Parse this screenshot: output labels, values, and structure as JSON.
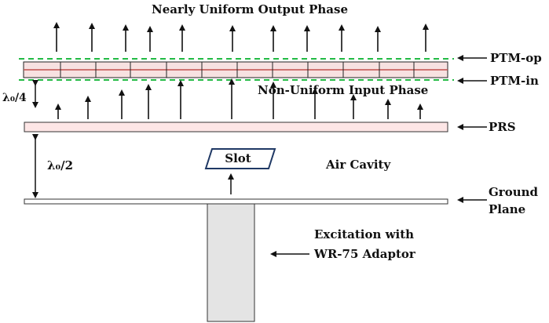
{
  "labels": {
    "output_phase": "Nearly Uniform Output Phase",
    "input_phase": "Non-Uniform Input Phase",
    "ptm_op": "PTM-op",
    "ptm_in": "PTM-in",
    "lambda_quarter": "λ₀/4",
    "lambda_half": "λ₀/2",
    "prs": "PRS",
    "slot": "Slot",
    "air_cavity": "Air Cavity",
    "ground_plane_line1": "Ground",
    "ground_plane_line2": "Plane",
    "excitation_line1": "Excitation with",
    "excitation_line2": "WR-75 Adaptor"
  },
  "colors": {
    "ptm_fill": "#f7e1e1",
    "ptm_stripe": "#c0504d",
    "prs_fill": "#fde6e6",
    "dashed_line": "#22bb44",
    "slot_border": "#1f3864",
    "adaptor_fill": "#e4e4e4",
    "ink": "#111111"
  }
}
